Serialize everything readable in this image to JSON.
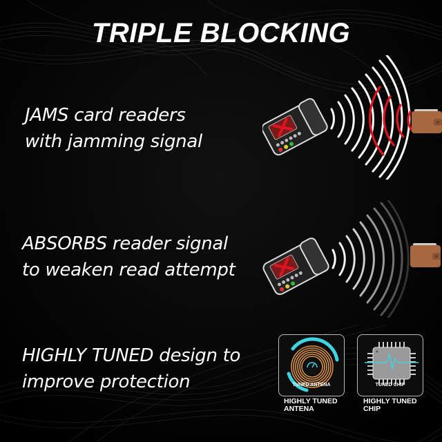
{
  "title": "TRIPLE BLOCKING",
  "features": [
    {
      "line1": "JAMS card readers",
      "line2": "with jamming signal",
      "icon": "card-reader-jammed-icon",
      "signal_style": "white-waves-with-red-jamming-waves"
    },
    {
      "line1": "ABSORBS reader signal",
      "line2": "to weaken read attempt",
      "icon": "card-reader-blocked-icon",
      "signal_style": "fading-white-waves"
    },
    {
      "line1": "HIGHLY TUNED design to",
      "line2": "improve protection",
      "cards": [
        {
          "inner_label": "TUNED ANTENA",
          "caption_line1": "HIGHLY TUNED",
          "caption_line2": "ANTENA",
          "icon": "antenna-coil-icon"
        },
        {
          "inner_label": "TUNED CHIP",
          "caption_line1": "HIGHLY TUNED",
          "caption_line2": "CHIP",
          "icon": "chip-icon"
        }
      ]
    }
  ],
  "colors": {
    "background": "#000000",
    "text": "#ffffff",
    "jam_red": "#e0141e",
    "wallet_brown": "#a8683f",
    "antenna_copper": "#d9914a",
    "accent_cyan": "#3fd3e0"
  }
}
